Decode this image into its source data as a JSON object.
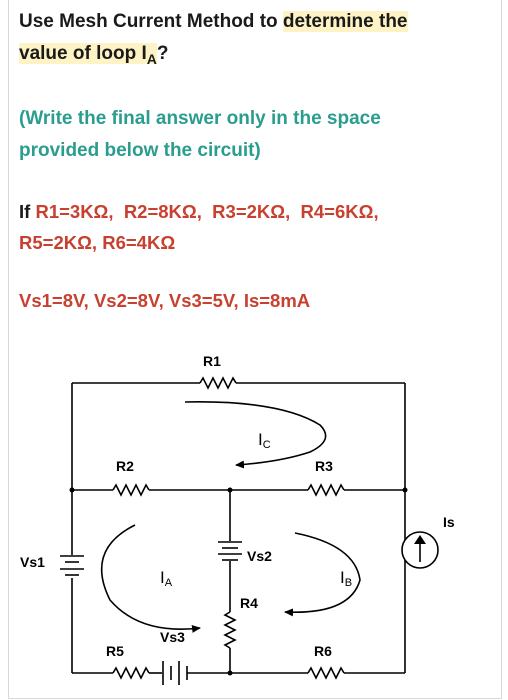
{
  "question": {
    "lead": "Use Mesh Current Method to ",
    "highlight_1": "determine the",
    "highlight_2": "value of loop I",
    "sub": "A",
    "tail": "?"
  },
  "instruction": {
    "line1": "(Write the final answer only in the space",
    "line2": "provided below the circuit)"
  },
  "givens": {
    "if_label": "If ",
    "r_line1": [
      "R1=3KΩ,",
      "R2=8KΩ,",
      "R3=2KΩ,",
      "R4=6KΩ,"
    ],
    "r_line2": [
      "R5=2KΩ,",
      "R6=4KΩ"
    ],
    "v_line": [
      "Vs1=8V,",
      "Vs2=8V,",
      "Vs3=5V,",
      "Is=8mA"
    ]
  },
  "circuit": {
    "R1": "R1",
    "R2": "R2",
    "R3": "R3",
    "R4": "R4",
    "R5": "R5",
    "R6": "R6",
    "Vs1": "Vs1",
    "Vs2": "Vs2",
    "Vs3": "Vs3",
    "Is": "Is",
    "IA": "I",
    "IA_sub": "A",
    "IB": "I",
    "IB_sub": "B",
    "IC": "I",
    "IC_sub": "C"
  }
}
